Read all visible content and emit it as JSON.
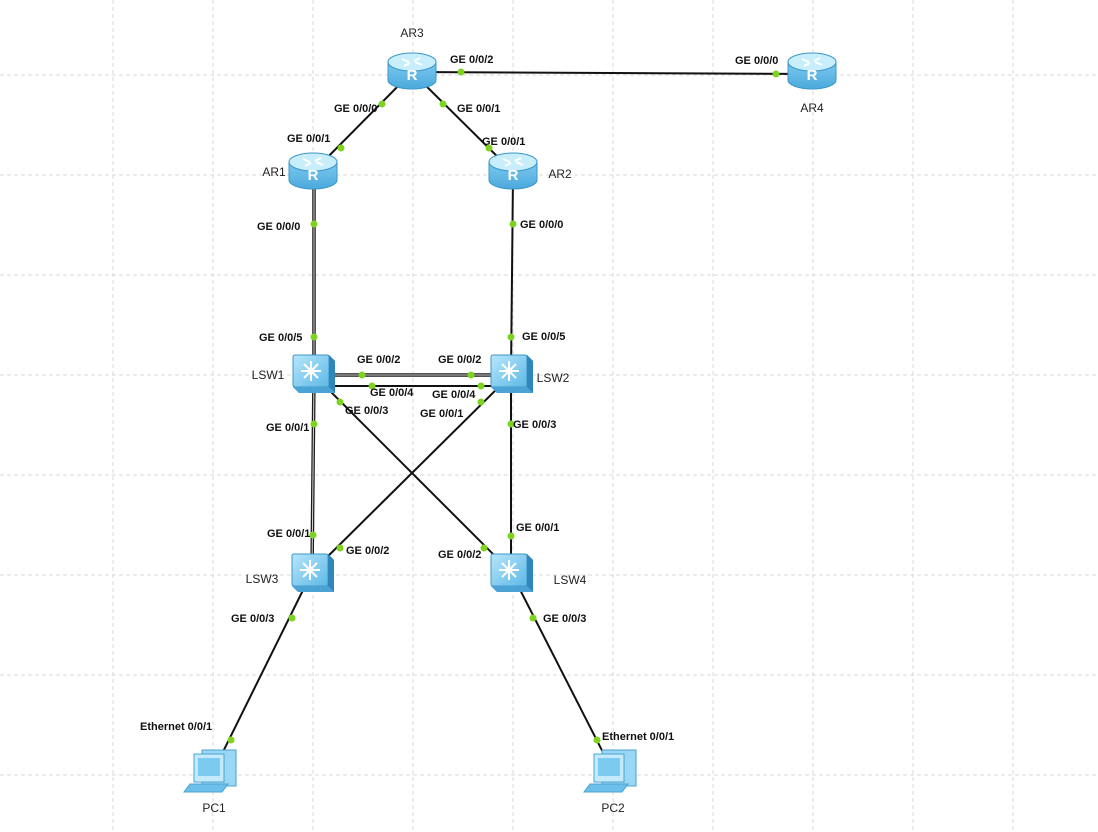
{
  "colors": {
    "device_fill": "#8fd3f4",
    "device_top": "#c6ecfb",
    "device_dark": "#4fb3e0",
    "port_dot": "#7ed321",
    "link": "#111111",
    "grid": "#d9d9d9"
  },
  "devices": {
    "ar1": {
      "name": "AR1",
      "icon": "router-icon"
    },
    "ar2": {
      "name": "AR2",
      "icon": "router-icon"
    },
    "ar3": {
      "name": "AR3",
      "icon": "router-icon"
    },
    "ar4": {
      "name": "AR4",
      "icon": "router-icon"
    },
    "lsw1": {
      "name": "LSW1",
      "icon": "switch-icon"
    },
    "lsw2": {
      "name": "LSW2",
      "icon": "switch-icon"
    },
    "lsw3": {
      "name": "LSW3",
      "icon": "switch-icon"
    },
    "lsw4": {
      "name": "LSW4",
      "icon": "switch-icon"
    },
    "pc1": {
      "name": "PC1",
      "icon": "pc-icon"
    },
    "pc2": {
      "name": "PC2",
      "icon": "pc-icon"
    }
  },
  "links": {
    "ar3_ar4": {
      "a": "AR3",
      "a_port": "GE 0/0/2",
      "b": "AR4",
      "b_port": "GE 0/0/0"
    },
    "ar3_ar1": {
      "a": "AR3",
      "a_port": "GE 0/0/0",
      "b": "AR1",
      "b_port": "GE 0/0/1"
    },
    "ar3_ar2": {
      "a": "AR3",
      "a_port": "GE 0/0/1",
      "b": "AR2",
      "b_port": "GE 0/0/1"
    },
    "ar1_lsw1": {
      "a": "AR1",
      "a_port": "GE 0/0/0",
      "b": "LSW1",
      "b_port": "GE 0/0/5"
    },
    "ar2_lsw2": {
      "a": "AR2",
      "a_port": "GE 0/0/0",
      "b": "LSW2",
      "b_port": "GE 0/0/5"
    },
    "lsw1_lsw2_a": {
      "a": "LSW1",
      "a_port": "GE 0/0/2",
      "b": "LSW2",
      "b_port": "GE 0/0/2"
    },
    "lsw1_lsw2_b": {
      "a": "LSW1",
      "a_port": "GE 0/0/4",
      "b": "LSW2",
      "b_port": "GE 0/0/4"
    },
    "lsw1_lsw3": {
      "a": "LSW1",
      "a_port": "GE 0/0/1",
      "b": "LSW3",
      "b_port": "GE 0/0/1"
    },
    "lsw1_lsw4": {
      "a": "LSW1",
      "a_port": "GE 0/0/3",
      "b": "LSW4",
      "b_port": "GE 0/0/2"
    },
    "lsw2_lsw3": {
      "a": "LSW2",
      "a_port": "GE 0/0/1",
      "b": "LSW3",
      "b_port": "GE 0/0/2"
    },
    "lsw2_lsw4": {
      "a": "LSW2",
      "a_port": "GE 0/0/3",
      "b": "LSW4",
      "b_port": "GE 0/0/1"
    },
    "lsw3_pc1": {
      "a": "LSW3",
      "a_port": "GE 0/0/3",
      "b": "PC1",
      "b_port": "Ethernet 0/0/1"
    },
    "lsw4_pc2": {
      "a": "LSW4",
      "a_port": "GE 0/0/3",
      "b": "PC2",
      "b_port": "Ethernet 0/0/1"
    }
  }
}
